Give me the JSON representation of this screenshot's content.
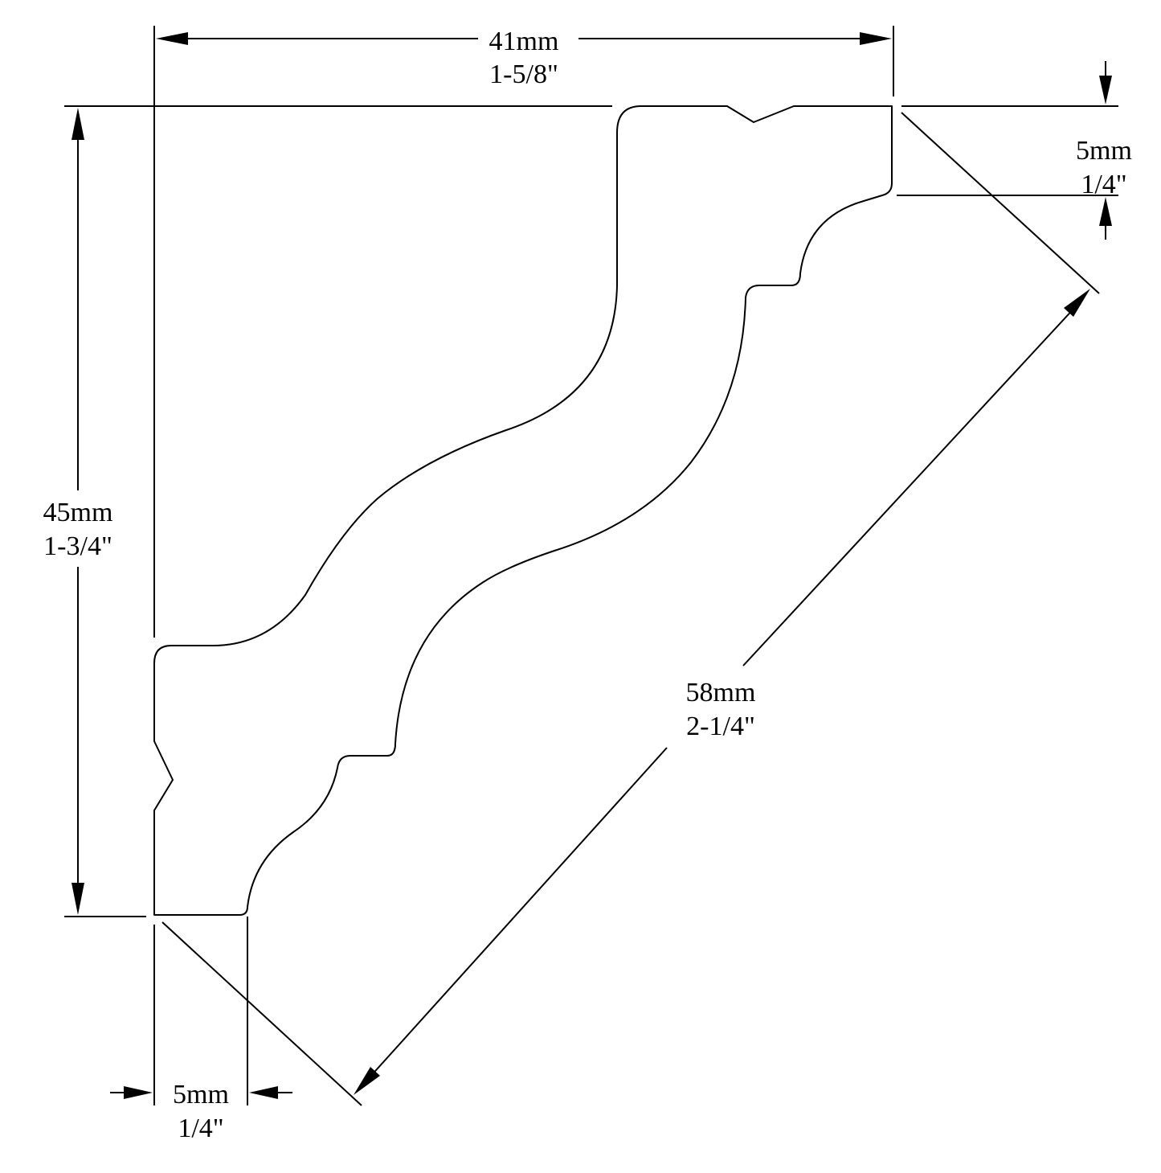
{
  "dimensions": {
    "width_top": {
      "metric": "41mm",
      "imperial": "1-5/8\""
    },
    "height_left": {
      "metric": "45mm",
      "imperial": "1-3/4\""
    },
    "top_right_step": {
      "metric": "5mm",
      "imperial": "1/4\""
    },
    "bottom_left_step": {
      "metric": "5mm",
      "imperial": "1/4\""
    },
    "diagonal_face": {
      "metric": "58mm",
      "imperial": "2-1/4\""
    }
  }
}
